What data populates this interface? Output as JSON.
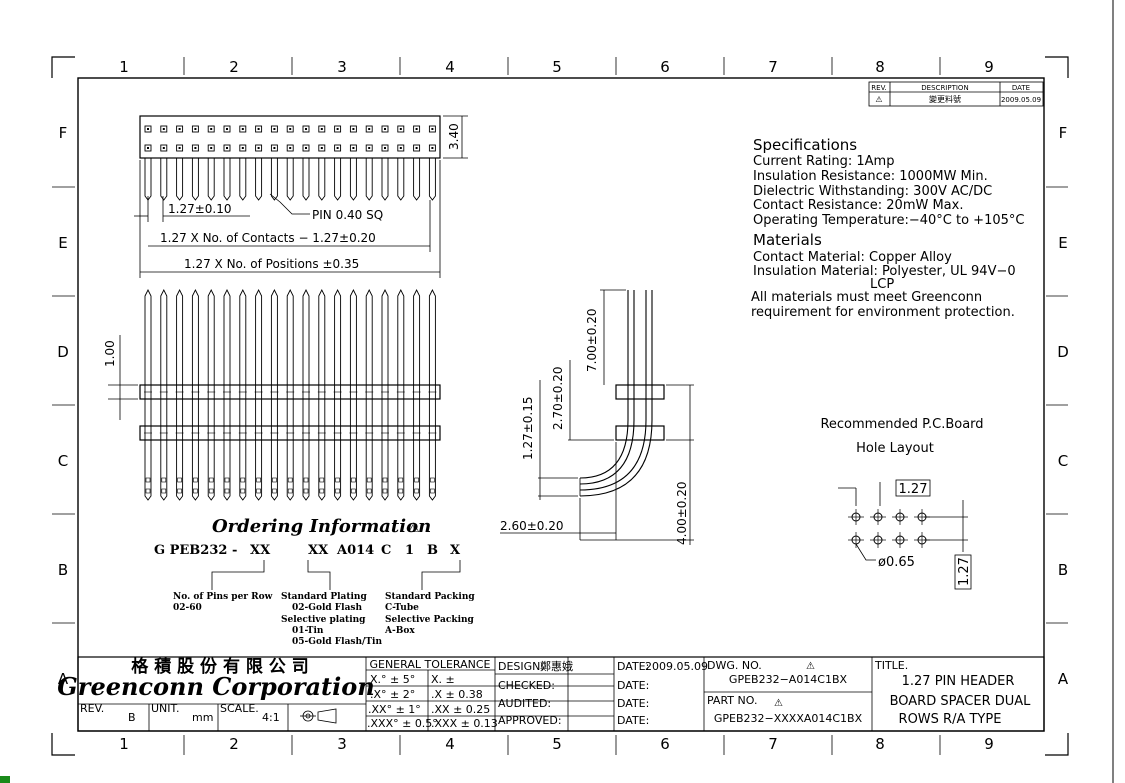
{
  "frame": {
    "columns": [
      "1",
      "2",
      "3",
      "4",
      "5",
      "6",
      "7",
      "8",
      "9"
    ],
    "rows": [
      "F",
      "E",
      "D",
      "C",
      "B",
      "A"
    ]
  },
  "revision_block": {
    "headers": {
      "rev": "REV.",
      "description": "DESCRIPTION",
      "date": "DATE"
    },
    "row": {
      "rev_symbol": "⚠",
      "description": "變更料號",
      "date": "2009.05.09"
    }
  },
  "dimensions": {
    "height": "3.40",
    "pitch": "1.27±0.10",
    "pin": "PIN 0.40 SQ",
    "contacts": "1.27 X No. of Contacts − 1.27±0.20",
    "positions": "1.27 X No. of Positions ±0.35",
    "spacer": "1.00",
    "pin_top": "7.00±0.20",
    "pin_mid": "2.70±0.20",
    "pin_row": "1.27±0.15",
    "pin_bottom": "4.00±0.20",
    "pin_leg": "2.60±0.20"
  },
  "specifications": {
    "title": "Specifications",
    "lines": [
      "Current Rating:   1Amp",
      "Insulation Resistance:  1000MW Min.",
      "Dielectric Withstanding:  300V AC/DC",
      "Contact Resistance:  20mW Max.",
      "Operating Temperature:−40°C to +105°C"
    ]
  },
  "materials": {
    "title": "Materials",
    "lines": [
      "Contact Material: Copper Alloy",
      "Insulation Material: Polyester, UL 94V−0",
      "LCP",
      "All materials must meet Greenconn",
      "requirement for environment protection."
    ]
  },
  "pcb": {
    "title": "Recommended P.C.Board",
    "subtitle": "Hole Layout",
    "pitch": "1.27",
    "hole": "ø0.65",
    "row_pitch": "1.27"
  },
  "ordering": {
    "title": "Ordering Information",
    "code": [
      "G PEB232 -",
      "XX",
      "XX",
      "A014",
      "C",
      "1",
      "B",
      "X"
    ],
    "pins": [
      "No. of Pins per Row",
      "02-60"
    ],
    "plating": [
      "Standard Plating",
      "02-Gold Flash",
      "Selective plating",
      "01-Tin",
      "05-Gold Flash/Tin"
    ],
    "packing": [
      "Standard Packing",
      "C-Tube",
      "Selective Packing",
      "A-Box"
    ]
  },
  "title_block": {
    "company_cn": "格 積 股 份 有 限 公 司",
    "company_en": "Greenconn Corporation",
    "tolerance_title": "GENERAL  TOLERANCE",
    "tolerance": [
      [
        "X.° ± 5°",
        "X.   ±"
      ],
      [
        ".X° ± 2°",
        ".X    ± 0.38"
      ],
      [
        ".XX° ± 1°",
        ".XX  ± 0.25"
      ],
      [
        ".XXX° ± 0.5°",
        ".XXX ± 0.13"
      ]
    ],
    "rev_label": "REV.",
    "rev": "B",
    "unit_label": "UNIT.",
    "unit": "mm",
    "scale_label": "SCALE.",
    "scale": "4:1",
    "design_label": "DESIGN:",
    "design": "鄭惠娥",
    "checked_label": "CHECKED:",
    "audited_label": "AUDITED:",
    "approved_label": "APPROVED:",
    "date_label": "DATE:",
    "date": "2009.05.09",
    "dwg_label": "DWG. NO.",
    "dwg": "GPEB232−A014C1BX",
    "part_label": "PART NO.",
    "part": "GPEB232−XXXXA014C1BX",
    "title_label": "TITLE.",
    "title": [
      "1.27 PIN HEADER",
      "BOARD SPACER DUAL",
      "ROWS R/A TYPE"
    ]
  }
}
